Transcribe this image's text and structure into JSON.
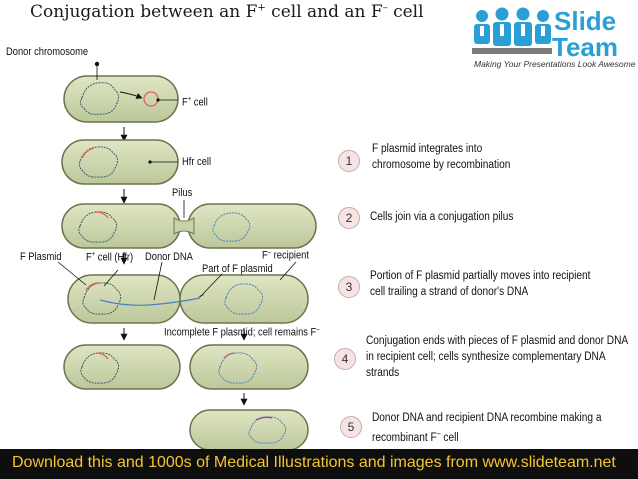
{
  "title": {
    "main": "Conjugation between an F",
    "sup1": "+",
    "mid": " cell and an F",
    "sup2": "–",
    "end": " cell"
  },
  "logo": {
    "line1": "Slide",
    "line2": "Team",
    "tagline": "Making Your Presentations Look Awesome"
  },
  "labels": {
    "donor_chromosome": "Donor chromosome",
    "f_plus_cell": "F",
    "f_plus_sup": "+",
    "f_plus_suffix": " cell",
    "hfr_cell": "Hfr cell",
    "pilus": "Pilus",
    "f_plasmid": "F Plasmid",
    "f_plus_cell_hfr": "F",
    "f_plus_cell_hfr_sup": "+",
    "f_plus_cell_hfr_suffix": " cell (Hfr)",
    "donor_dna": "Donor DNA",
    "f_recipient": "F",
    "f_recipient_sup": "–",
    "f_recipient_suffix": " recipient",
    "part_of_f_plasmid": "Part of F plasmid",
    "incomplete": "Incomplete F plasmid; cell remains F",
    "incomplete_sup": "–"
  },
  "steps": [
    {
      "num": "1",
      "text": "F plasmid integrates into chromosome by recombination"
    },
    {
      "num": "2",
      "text": "Cells join via a conjugation pilus"
    },
    {
      "num": "3",
      "text": "Portion of F plasmid partially moves into recipient cell trailing a strand of donor's DNA"
    },
    {
      "num": "4",
      "text": "Conjugation ends with pieces of F plasmid and donor DNA in recipient cell; cells synthesize complementary DNA strands"
    },
    {
      "num": "5",
      "text": "Donor DNA and recipient DNA recombine making a recombinant F",
      "sup": "–",
      "suffix": " cell"
    }
  ],
  "footer": "Download this and 1000s of Medical Illustrations and images from www.slideteam.net",
  "colors": {
    "cell_fill": "#d3dcb4",
    "cell_stroke": "#6b7450",
    "plasmid": "#e06060",
    "recipient_dna": "#4a7fc0",
    "footer_bg": "#0e0e0e",
    "footer_text": "#f3c531",
    "logo_blue": "#2a9fd6"
  }
}
